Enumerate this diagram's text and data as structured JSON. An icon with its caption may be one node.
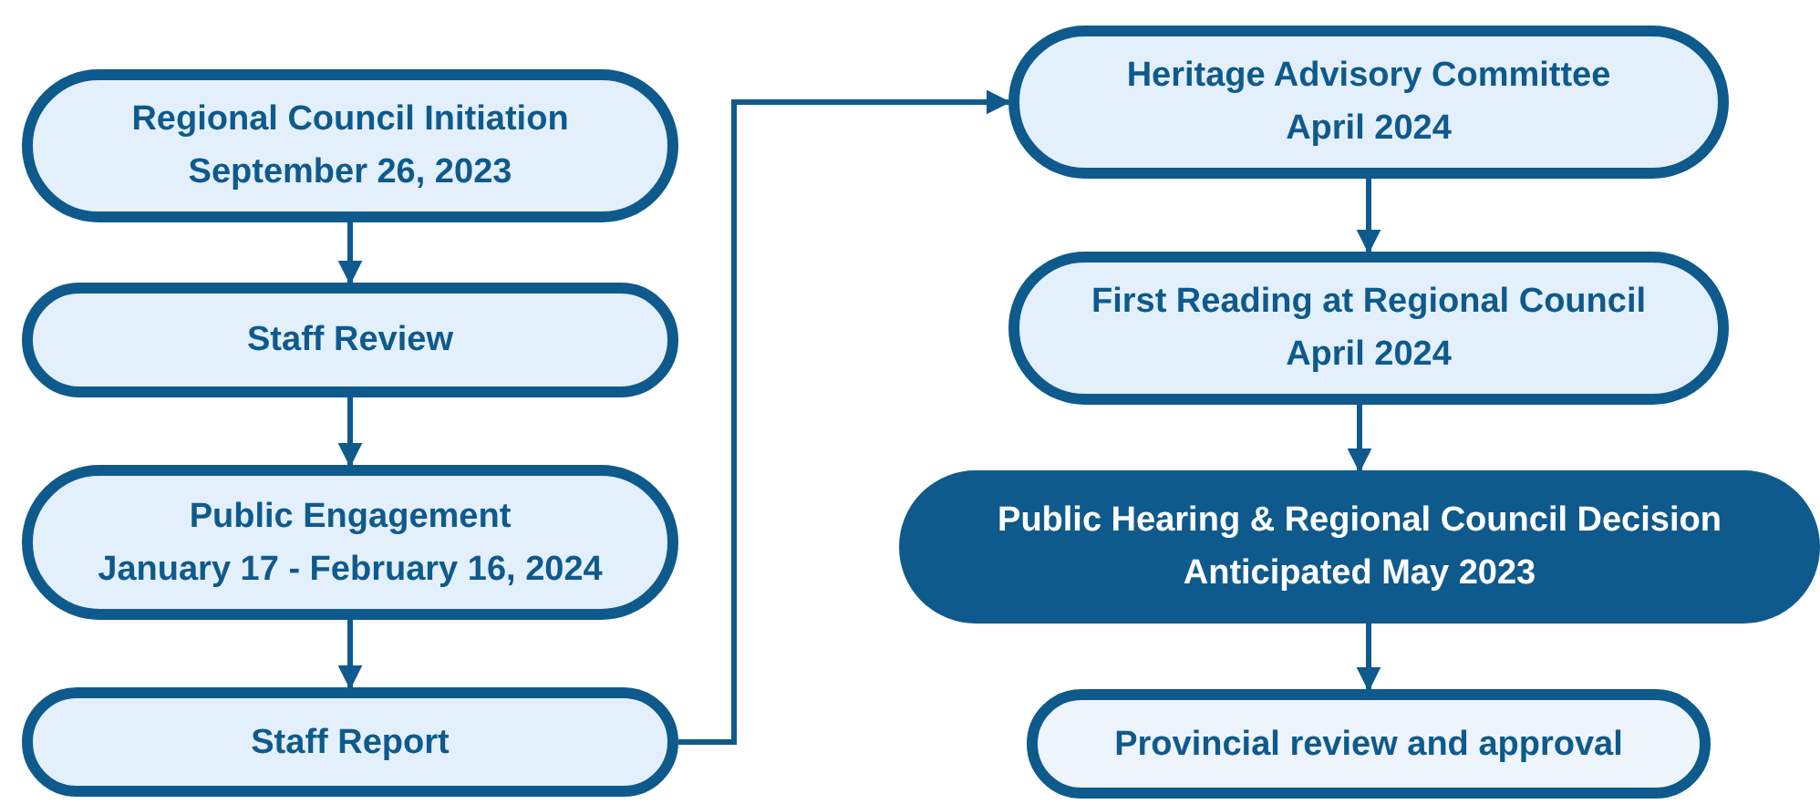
{
  "diagram": {
    "nodes": [
      {
        "text": [
          "Regional Council Initiation",
          "September 26, 2023"
        ]
      },
      {
        "text": [
          "Staff Review"
        ]
      },
      {
        "text": [
          "Public Engagement",
          "January 17 - February 16, 2024"
        ]
      },
      {
        "text": [
          "Staff Report"
        ]
      },
      {
        "text": [
          "Heritage Advisory Committee",
          "April 2024"
        ]
      },
      {
        "text": [
          "First Reading at Regional Council",
          "April 2024"
        ]
      },
      {
        "text": [
          "Public Hearing & Regional Council Decision",
          "Anticipated May 2023"
        ]
      },
      {
        "text": [
          "Provincial review and approval"
        ]
      }
    ],
    "edges": [
      {
        "from": 0,
        "to": 1,
        "arrow": "to"
      },
      {
        "from": 1,
        "to": 2,
        "arrow": "to"
      },
      {
        "from": 2,
        "to": 3,
        "arrow": "to"
      },
      {
        "from": 3,
        "to": 4,
        "arrow": "to"
      },
      {
        "from": 4,
        "to": 5,
        "arrow": "to"
      },
      {
        "from": 5,
        "to": 6,
        "arrow": "to"
      },
      {
        "from": 6,
        "to": 7,
        "arrow": "to"
      }
    ]
  }
}
